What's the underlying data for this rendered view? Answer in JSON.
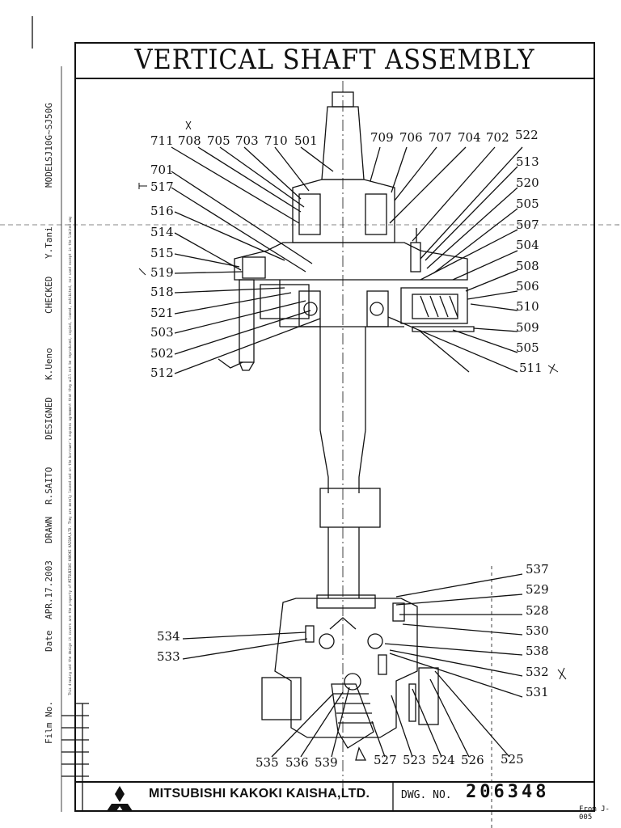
{
  "title": "VERTICAL SHAFT ASSEMBLY",
  "callouts_upper_left": [
    "711",
    "708",
    "705",
    "703",
    "710",
    "501",
    "701",
    "517",
    "516",
    "514",
    "515",
    "519",
    "518",
    "521",
    "503",
    "502",
    "512"
  ],
  "callouts_upper_right": [
    "709",
    "706",
    "707",
    "704",
    "702",
    "522",
    "513",
    "520",
    "505",
    "507",
    "504",
    "508",
    "506",
    "510",
    "509",
    "505",
    "511"
  ],
  "callouts_lower_right": [
    "537",
    "529",
    "528",
    "530",
    "538",
    "532",
    "531"
  ],
  "callouts_lower_left": [
    "534",
    "533"
  ],
  "callouts_bottom": [
    "535",
    "536",
    "539",
    "527",
    "523",
    "524",
    "526",
    "525"
  ],
  "side_block": {
    "model_label": "MODEL",
    "model_value": "SJ10G~SJ50G",
    "checked_label": "CHECKED",
    "checked_value": "Y.Tani",
    "designed_label": "DESIGNED",
    "designed_value": "K.Ueno",
    "drawn_label": "DRAWN",
    "drawn_value": "R.SAITO",
    "date_label": "Date",
    "date_value": "APR.17.2003",
    "film_label": "Film No.",
    "notice": "This drawing and the design it covers are the property of MITSUBISHI KAKOKI KAISHA,LTD. They are merely loaned and on the borrower's express agreement that they will not be reproduced, copied, loaned, exhibited, nor used except in the limited way"
  },
  "footer": {
    "company": "MITSUBISHI KAKOKI KAISHA,LTD.",
    "dwg_label": "DWG. NO.",
    "dwg_number": "206348",
    "form_ref": "From J-005"
  }
}
